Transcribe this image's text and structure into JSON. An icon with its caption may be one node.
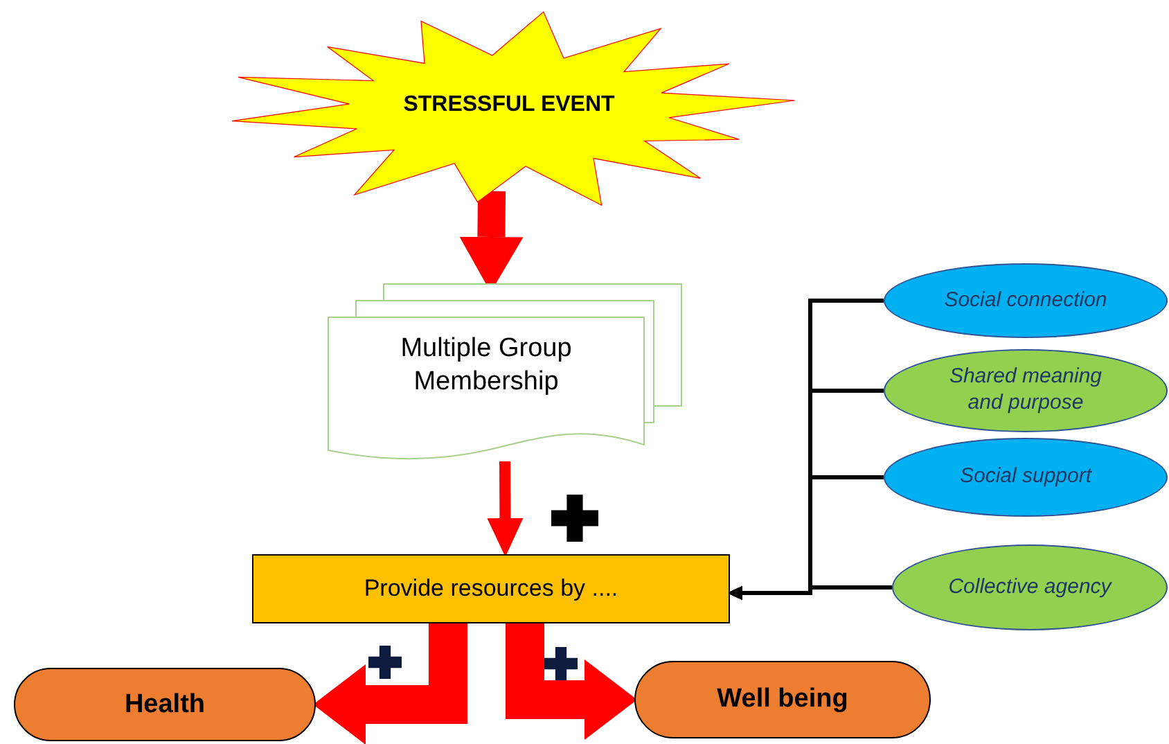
{
  "diagram": {
    "nodes": [
      {
        "text": [
          "STRESSFUL EVENT"
        ]
      },
      {
        "text": [
          "Multiple Group Membership"
        ]
      },
      {
        "text": [
          "Provide resources by ...."
        ]
      },
      {
        "text": [
          "Social connection"
        ]
      },
      {
        "text": [
          "Shared meaning and purpose"
        ]
      },
      {
        "text": [
          "Social support"
        ]
      },
      {
        "text": [
          "Collective agency"
        ]
      },
      {
        "text": [
          "Health"
        ]
      },
      {
        "text": [
          "Well being"
        ]
      }
    ],
    "edges": [
      {
        "from": 0,
        "to": 1,
        "arrow": "to",
        "style": "thick",
        "color": "#ff0000"
      },
      {
        "from": 1,
        "to": 2,
        "arrow": "to",
        "style": "thick",
        "color": "#ff0000"
      },
      {
        "from": 3,
        "to": 2,
        "arrow": "to",
        "color": "#000000"
      },
      {
        "from": 4,
        "to": 2,
        "arrow": "to",
        "color": "#000000"
      },
      {
        "from": 5,
        "to": 2,
        "arrow": "to",
        "color": "#000000"
      },
      {
        "from": 6,
        "to": 2,
        "arrow": "to",
        "color": "#000000"
      },
      {
        "from": 2,
        "to": 7,
        "arrow": "to",
        "style": "thick",
        "color": "#ff0000"
      },
      {
        "from": 2,
        "to": 8,
        "arrow": "to",
        "style": "thick",
        "color": "#ff0000"
      }
    ]
  }
}
